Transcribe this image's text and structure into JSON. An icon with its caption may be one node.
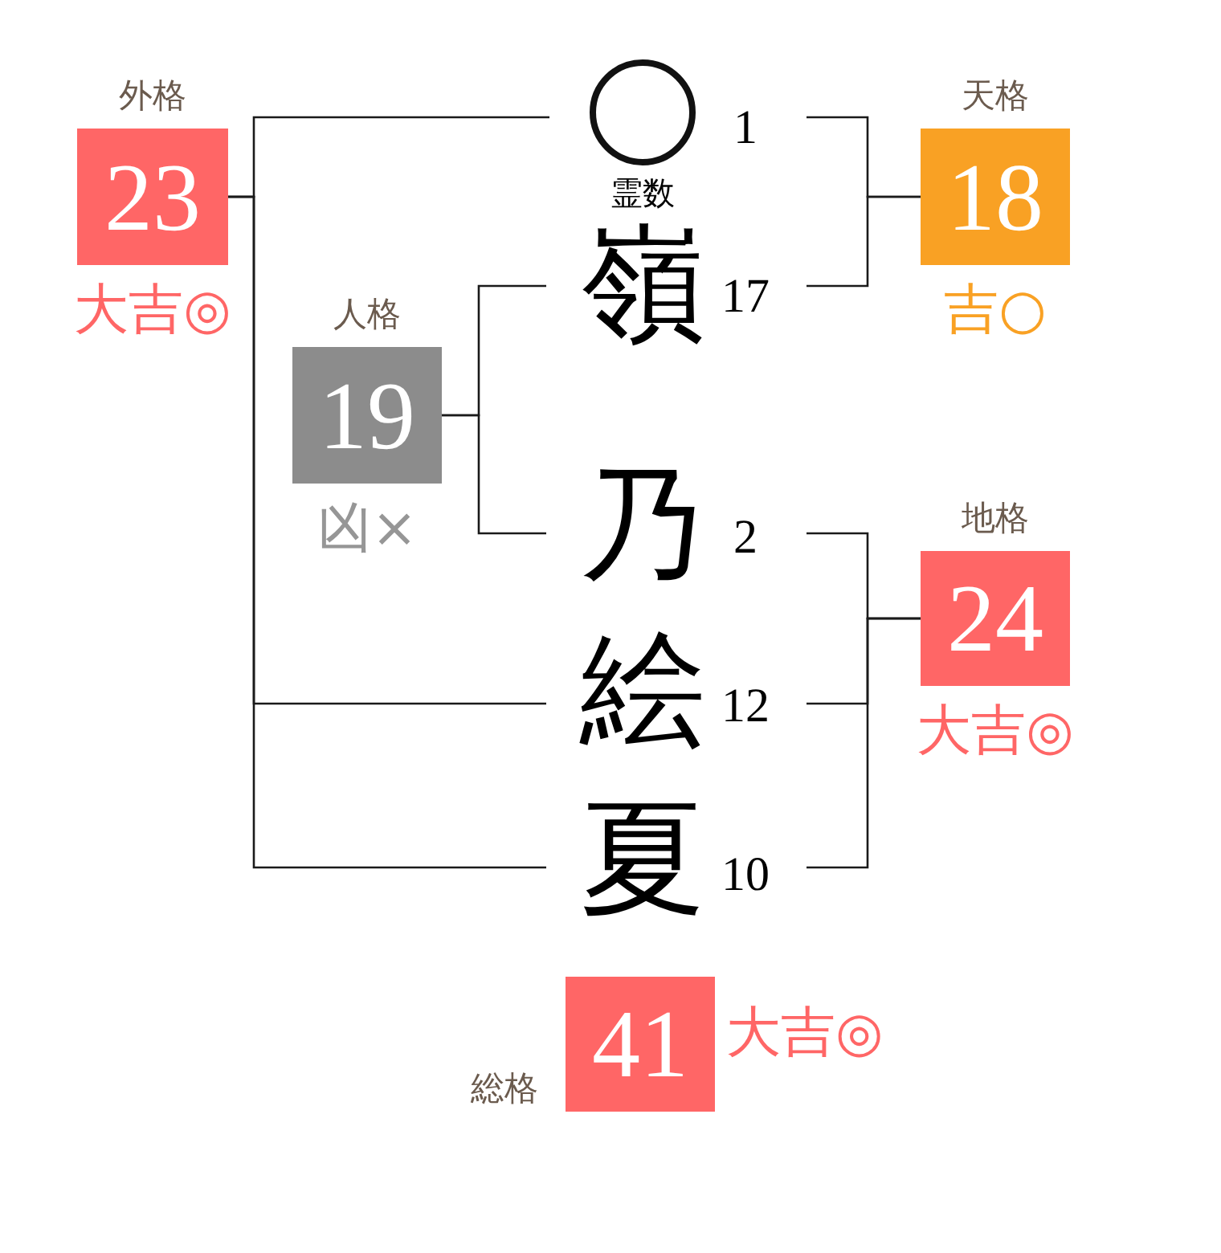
{
  "diagram": {
    "nodes": [
      {
        "text": [
          "外格",
          "23"
        ],
        "beside": [
          "大吉◎"
        ]
      },
      {
        "text": [],
        "shape": "circle",
        "beside": [
          "1",
          "霊数"
        ]
      },
      {
        "text": [
          "天格",
          "18"
        ],
        "beside": [
          "吉○"
        ]
      },
      {
        "text": [
          "嶺"
        ],
        "beside": [
          "17"
        ]
      },
      {
        "text": [
          "人格",
          "19"
        ],
        "beside": [
          "凶×"
        ]
      },
      {
        "text": [
          "乃"
        ],
        "beside": [
          "2"
        ]
      },
      {
        "text": [
          "地格",
          "24"
        ],
        "beside": [
          "大吉◎"
        ]
      },
      {
        "text": [
          "絵"
        ],
        "beside": [
          "12"
        ]
      },
      {
        "text": [
          "夏"
        ],
        "beside": [
          "10"
        ]
      },
      {
        "text": [
          "総格",
          "41"
        ],
        "beside": [
          "大吉◎"
        ]
      }
    ],
    "edges": [
      {
        "from": 1,
        "to": 2,
        "arrow": "none"
      },
      {
        "from": 3,
        "to": 2,
        "arrow": "none"
      },
      {
        "from": 3,
        "to": 4,
        "arrow": "none"
      },
      {
        "from": 5,
        "to": 4,
        "arrow": "none"
      },
      {
        "from": 5,
        "to": 6,
        "arrow": "none"
      },
      {
        "from": 7,
        "to": 6,
        "arrow": "none"
      },
      {
        "from": 8,
        "to": 6,
        "arrow": "none"
      },
      {
        "from": 1,
        "to": 0,
        "arrow": "none"
      },
      {
        "from": 7,
        "to": 0,
        "arrow": "none"
      },
      {
        "from": 8,
        "to": 0,
        "arrow": "none"
      }
    ]
  }
}
